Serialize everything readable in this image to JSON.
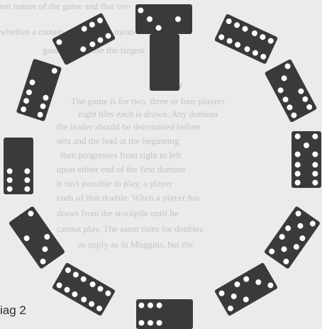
{
  "caption": "iag 2",
  "background_text": {
    "heading": "Draw",
    "lines": [
      "ent nature of the game and that ove",
      "whether a certain combination mean",
      "goal is to expose the largest",
      "The game is for two, three or four players",
      "eight tiles each is drawn. Any domino",
      "the leader should be determined before",
      "sets and the lead at the beginning",
      "then progresses from right to left",
      "upon either end of the first domino",
      "it isn't possible to play, a player",
      "ends of that double. When a player has",
      "draws from the stockpile until he",
      "cannot play. The same rules for doubles",
      "as apply as in Muggins, but the"
    ]
  },
  "tiles": [
    {
      "id": "top",
      "pips": [
        3,
        1
      ],
      "label": "domino-3-1"
    },
    {
      "id": "upper-right",
      "pips": [
        6,
        6
      ],
      "label": "domino-6-6"
    },
    {
      "id": "right-upper",
      "pips": [
        3,
        6
      ],
      "label": "domino-3-6"
    },
    {
      "id": "right",
      "pips": [
        5,
        6
      ],
      "label": "domino-5-6"
    },
    {
      "id": "right-lower",
      "pips": [
        5,
        5
      ],
      "label": "domino-5-5"
    },
    {
      "id": "lower-right",
      "pips": [
        5,
        3
      ],
      "label": "domino-5-3"
    },
    {
      "id": "bottom",
      "pips": [
        6,
        0
      ],
      "label": "domino-6-0"
    },
    {
      "id": "lower-left",
      "pips": [
        6,
        6
      ],
      "label": "domino-6-6"
    },
    {
      "id": "left-lower",
      "pips": [
        2,
        3
      ],
      "label": "domino-2-3"
    },
    {
      "id": "left",
      "pips": [
        0,
        6
      ],
      "label": "domino-0-6"
    },
    {
      "id": "left-upper",
      "pips": [
        6,
        2
      ],
      "label": "domino-6-2"
    },
    {
      "id": "upper-left",
      "pips": [
        2,
        6
      ],
      "label": "domino-2-6"
    },
    {
      "id": "center",
      "pips": [
        0,
        0
      ],
      "label": "domino-blank-blank"
    }
  ],
  "colors": {
    "tile": "#3a3a3a",
    "pip": "#ffffff",
    "background": "#ebebea",
    "faded_text": "#c4c4c4"
  }
}
